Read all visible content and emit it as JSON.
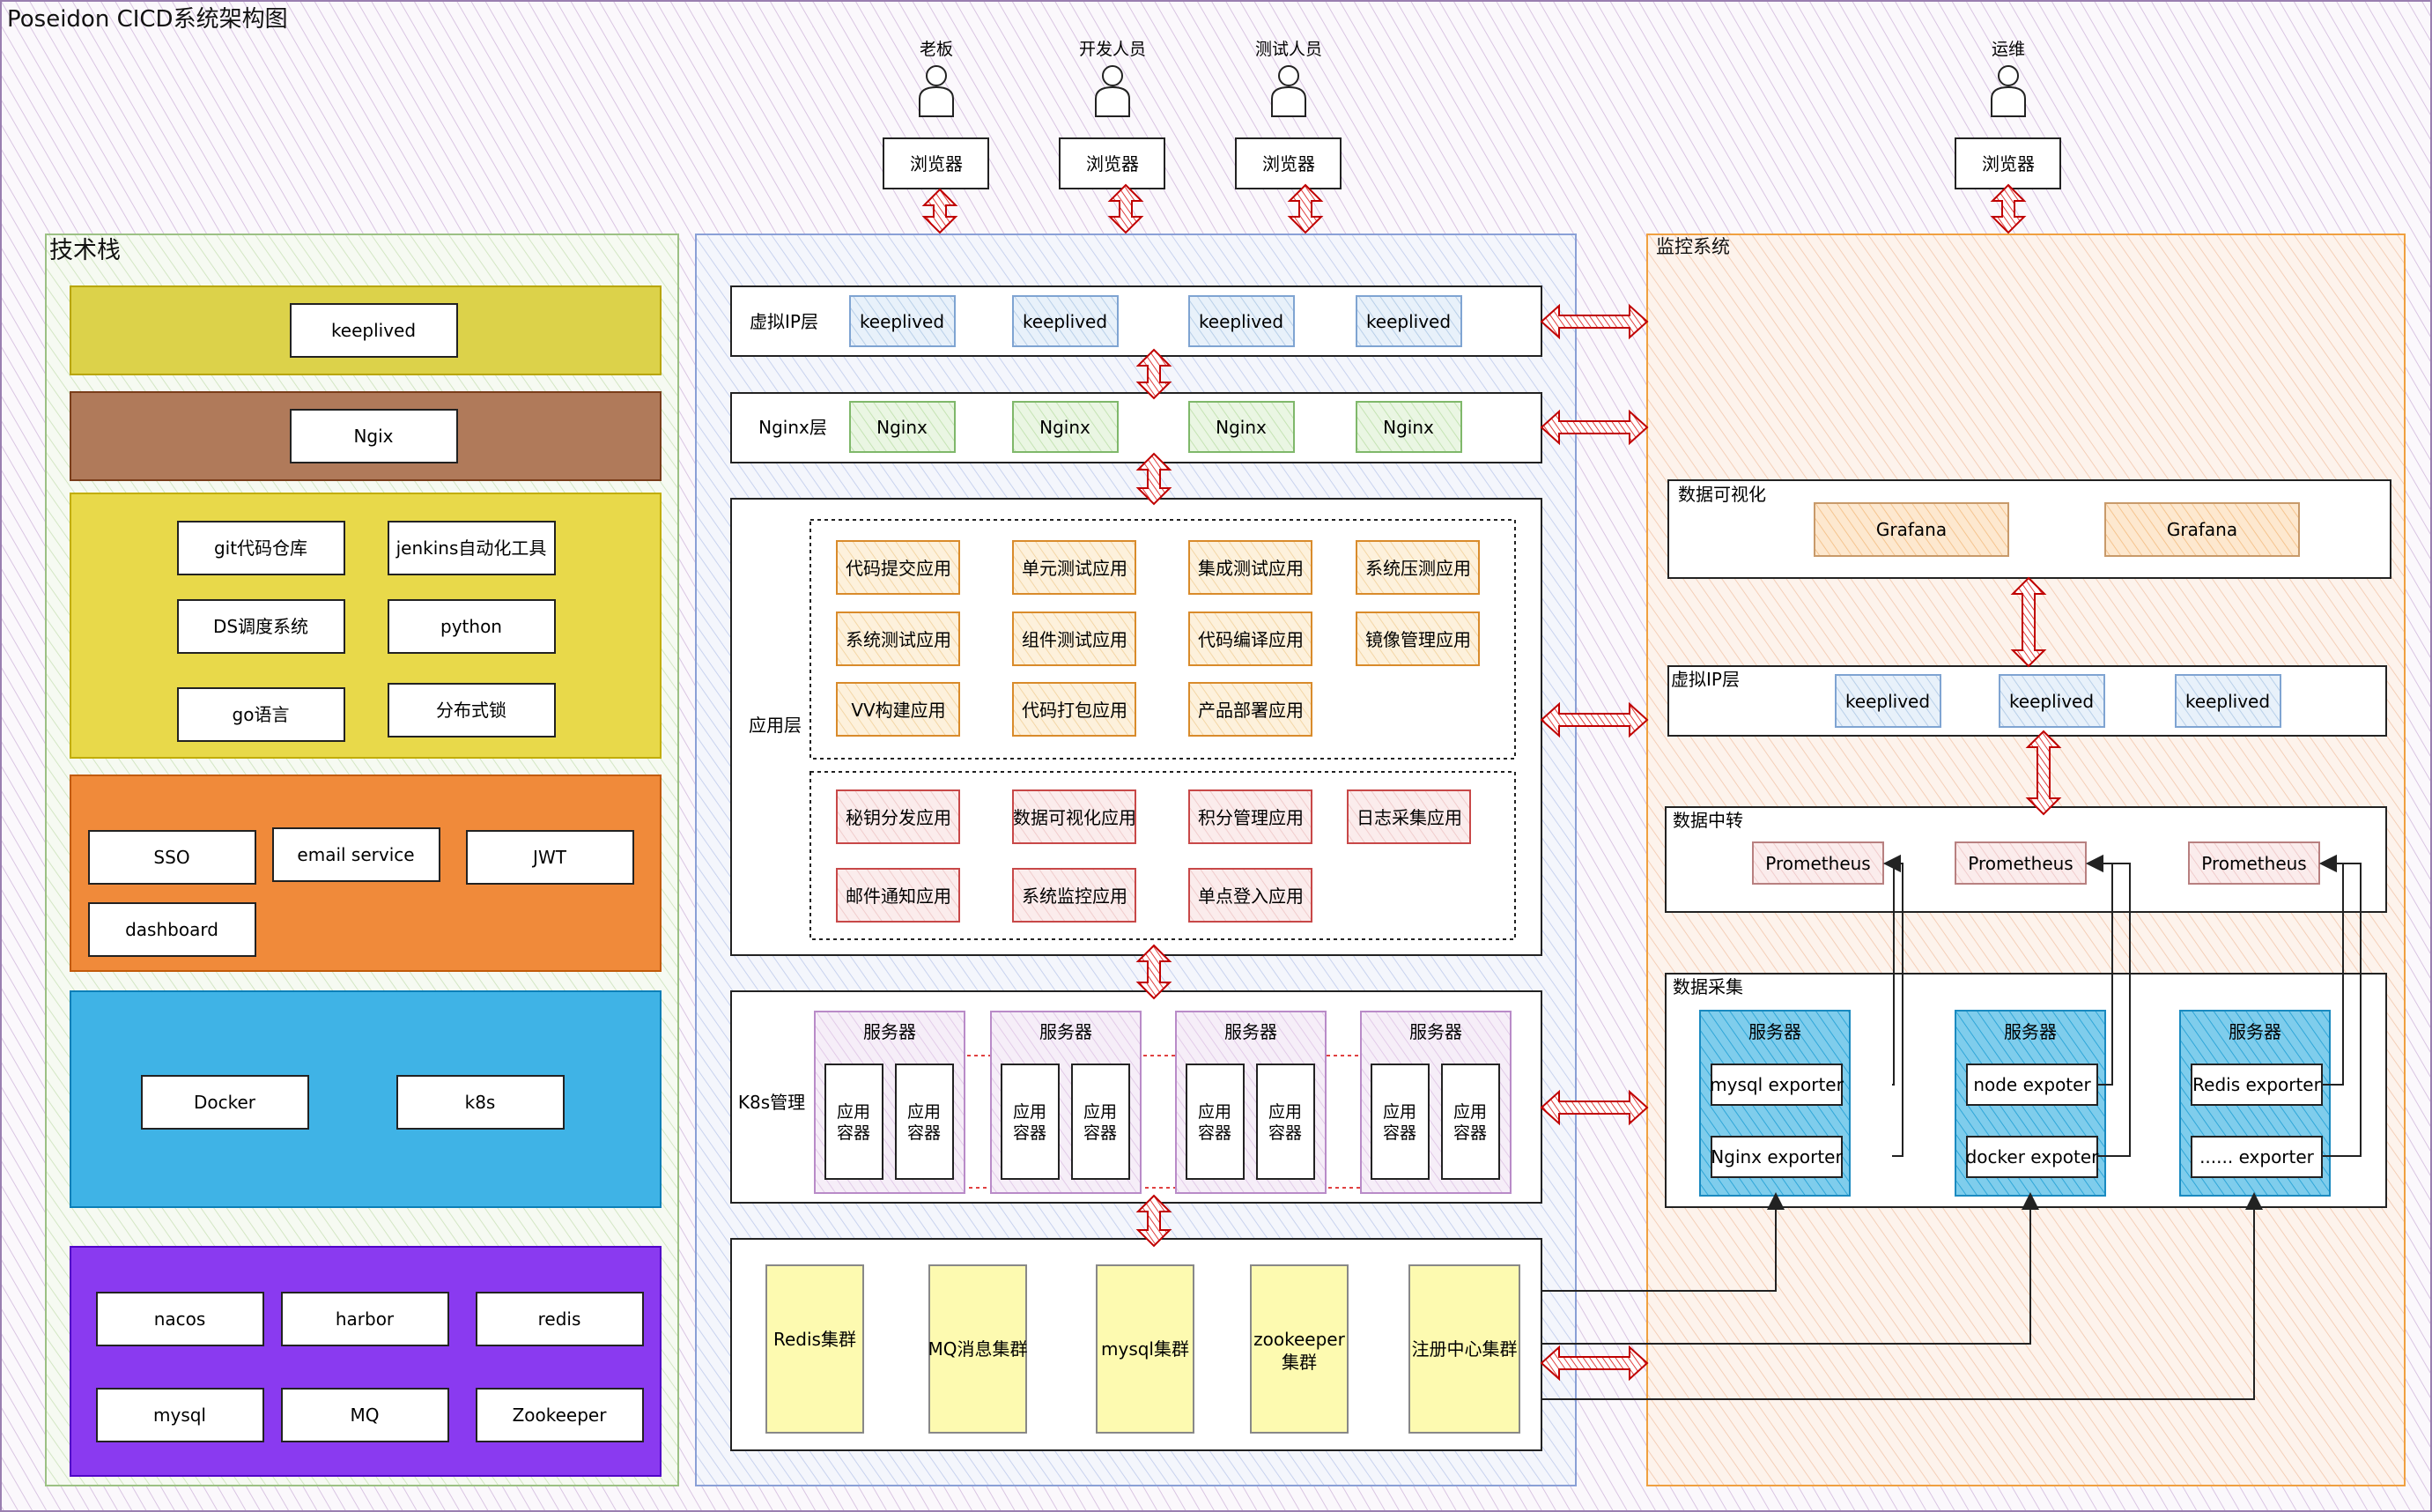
{
  "title": "Poseidon CICD系统架构图",
  "users": [
    {
      "role": "老板",
      "browser": "浏览器"
    },
    {
      "role": "开发人员",
      "browser": "浏览器"
    },
    {
      "role": "测试人员",
      "browser": "浏览器"
    },
    {
      "role": "运维",
      "browser": "浏览器"
    }
  ],
  "tech_stack": {
    "title": "技术栈",
    "groups": [
      {
        "color": "#d9c418",
        "items": [
          "keeplived"
        ]
      },
      {
        "color": "#a0522d",
        "items": [
          "Ngix"
        ]
      },
      {
        "color": "#e3c800",
        "items": [
          "git代码仓库",
          "jenkins自动化工具",
          "DS调度系统",
          "python",
          "go语言",
          "分布式锁"
        ]
      },
      {
        "color": "#f07f23",
        "items": [
          "SSO",
          "email service",
          "JWT",
          "dashboard"
        ]
      },
      {
        "color": "#1ba1e2",
        "items": [
          "Docker",
          "k8s"
        ]
      },
      {
        "color": "#6a00ff",
        "items": [
          "nacos",
          "harbor",
          "redis",
          "mysql",
          "MQ",
          "Zookeeper"
        ]
      }
    ]
  },
  "main": {
    "vip_layer": {
      "label": "虚拟IP层",
      "nodes": [
        "keeplived",
        "keeplived",
        "keeplived",
        "keeplived"
      ]
    },
    "nginx_layer": {
      "label": "Nginx层",
      "nodes": [
        "Nginx",
        "Nginx",
        "Nginx",
        "Nginx"
      ]
    },
    "app_layer": {
      "label": "应用层",
      "top_apps": [
        "代码提交应用",
        "单元测试应用",
        "集成测试应用",
        "系统压测应用",
        "系统测试应用",
        "组件测试应用",
        "代码编译应用",
        "镜像管理应用",
        "VV构建应用",
        "代码打包应用",
        "产品部署应用"
      ],
      "bottom_apps": [
        "秘钥分发应用",
        "数据可视化应用",
        "积分管理应用",
        "日志采集应用",
        "邮件通知应用",
        "系统监控应用",
        "单点登入应用"
      ]
    },
    "k8s_layer": {
      "label": "K8s管理",
      "server_label": "服务器",
      "container_label": "应用容器",
      "server_count": 4
    },
    "clusters": [
      "Redis集群",
      "MQ消息集群",
      "mysql集群",
      "zookeeper集群",
      "注册中心集群"
    ]
  },
  "monitor": {
    "title": "监控系统",
    "visualization": {
      "label": "数据可视化",
      "nodes": [
        "Grafana",
        "Grafana"
      ]
    },
    "vip_layer": {
      "label": "虚拟IP层",
      "nodes": [
        "keeplived",
        "keeplived",
        "keeplived"
      ]
    },
    "relay": {
      "label": "数据中转",
      "nodes": [
        "Prometheus",
        "Prometheus",
        "Prometheus"
      ]
    },
    "collect": {
      "label": "数据采集",
      "servers": [
        {
          "label": "服务器",
          "exporters": [
            "mysql exporter",
            "Nginx exporter"
          ]
        },
        {
          "label": "服务器",
          "exporters": [
            "node expoter",
            "docker expoter"
          ]
        },
        {
          "label": "服务器",
          "exporters": [
            "Redis exporter",
            "...... exporter"
          ]
        }
      ]
    }
  }
}
